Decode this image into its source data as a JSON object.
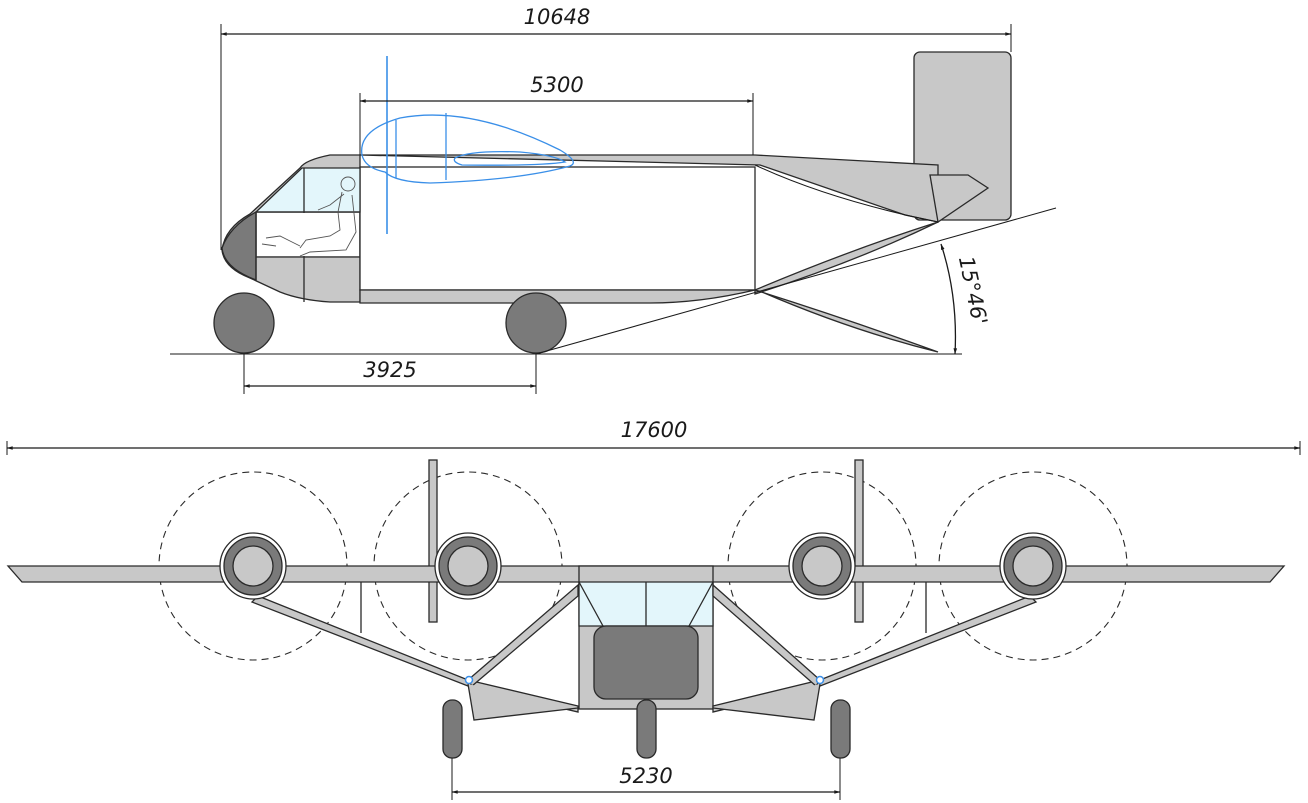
{
  "side_view": {
    "overall_length": "10648",
    "cabin_length": "5300",
    "wheelbase": "3925",
    "tail_angle": "15°46'"
  },
  "front_view": {
    "wingspan": "17600",
    "track": "5230"
  },
  "colors": {
    "structure": "#c8c8c8",
    "tires": "#7a7a7a",
    "glazing": "#e3f6fb",
    "hidden_lines": "#3a8fe8",
    "lines": "#2a2a2a"
  }
}
